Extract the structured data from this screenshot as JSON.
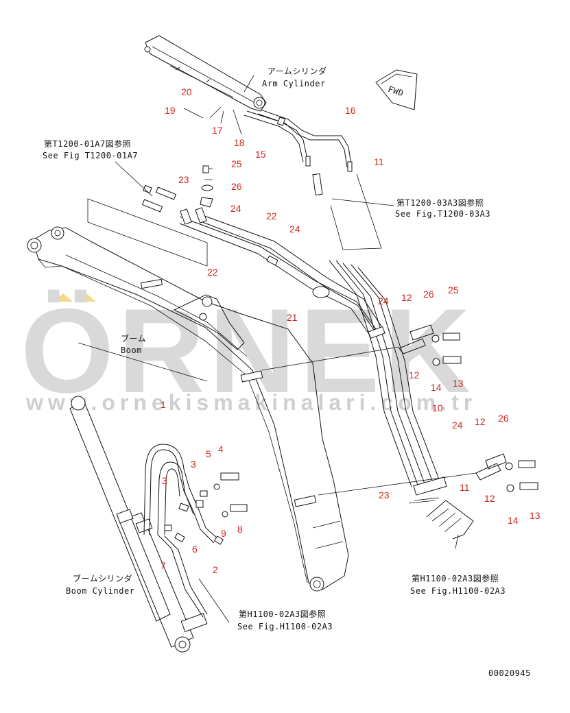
{
  "labels": {
    "arm_cylinder_jp": "アームシリンダ",
    "arm_cylinder_en": "Arm Cylinder",
    "boom_jp": "ブーム",
    "boom_en": "Boom",
    "boom_cylinder_jp": "ブームシリンダ",
    "boom_cylinder_en": "Boom Cylinder",
    "fwd": "FWD",
    "drawing_number": "00020945"
  },
  "references": [
    {
      "id": "ref-t1200-01a7",
      "jp": "第T1200-01A7図参照",
      "en": "See Fig T1200-01A7"
    },
    {
      "id": "ref-t1200-03a3",
      "jp": "第T1200-03A3図参照",
      "en": "See Fig.T1200-03A3"
    },
    {
      "id": "ref-h1100-02a3-right",
      "jp": "第H1100-02A3図参照",
      "en": "See Fig.H1100-02A3"
    },
    {
      "id": "ref-h1100-02a3-bottom",
      "jp": "第H1100-02A3図参照",
      "en": "See Fig.H1100-02A3"
    }
  ],
  "part_numbers": [
    "1",
    "2",
    "3",
    "3",
    "4",
    "5",
    "6",
    "7",
    "8",
    "9",
    "10",
    "11",
    "11",
    "12",
    "12",
    "12",
    "12",
    "13",
    "13",
    "14",
    "14",
    "15",
    "16",
    "17",
    "18",
    "19",
    "20",
    "21",
    "22",
    "22",
    "23",
    "23",
    "24",
    "24",
    "24",
    "24",
    "25",
    "25",
    "26",
    "26",
    "26"
  ],
  "watermark": {
    "brand": "ÖRNEK",
    "url": "www.ornekismakinalari.com.tr",
    "accent_color": "#f3d98a",
    "text_color": "#d9d9d9"
  },
  "colors": {
    "part_number": "#d0251e",
    "line": "#111111"
  }
}
